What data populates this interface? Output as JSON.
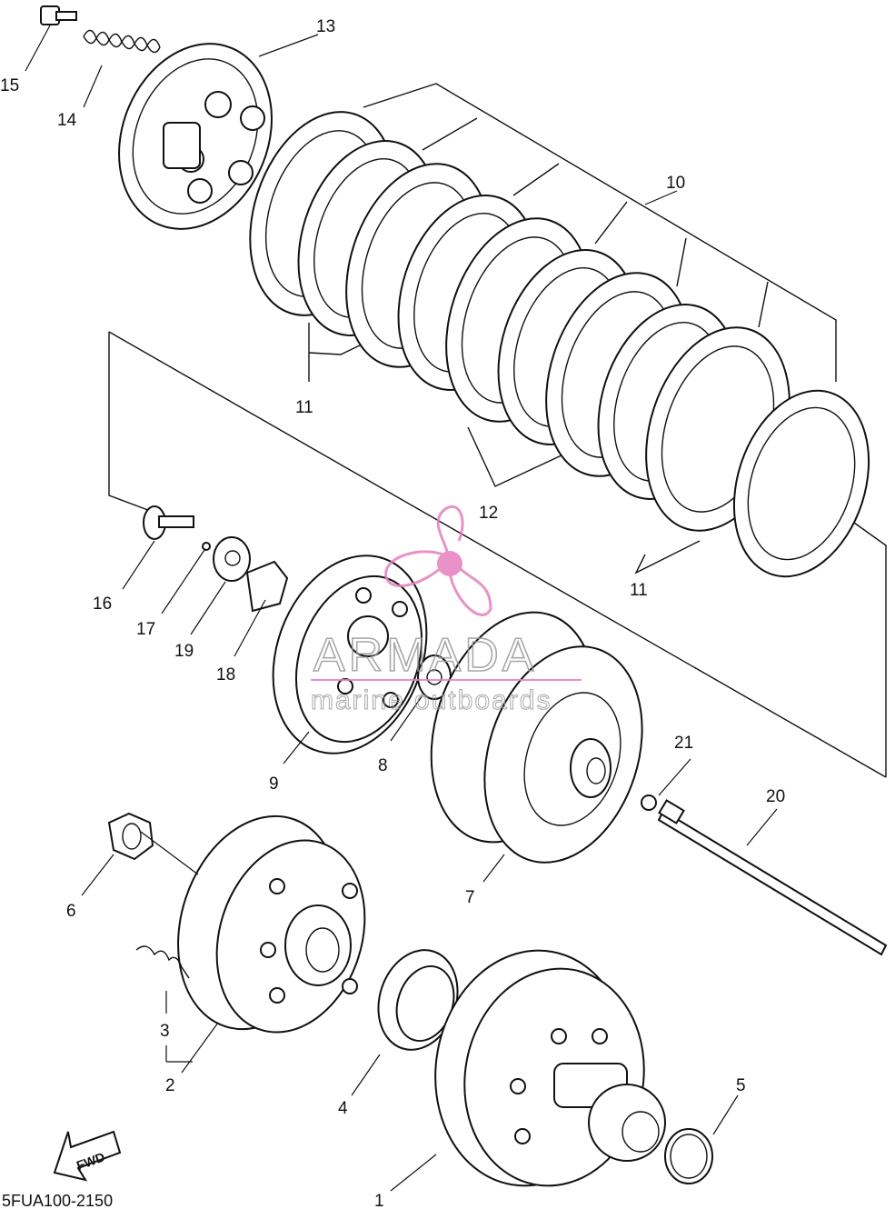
{
  "diagram": {
    "drawing_code": "5FUA100-2150",
    "part_numbers": [
      "1",
      "2",
      "3",
      "4",
      "5",
      "6",
      "7",
      "8",
      "9",
      "10",
      "11",
      "11",
      "12",
      "13",
      "14",
      "15",
      "16",
      "17",
      "18",
      "19",
      "20",
      "21"
    ],
    "fwd_label": "FWD"
  },
  "watermark": {
    "brand": "ARMADA",
    "tagline": "marine outboards",
    "accent_color": "#e67fbf"
  },
  "colors": {
    "line": "#111111",
    "background": "#ffffff"
  }
}
